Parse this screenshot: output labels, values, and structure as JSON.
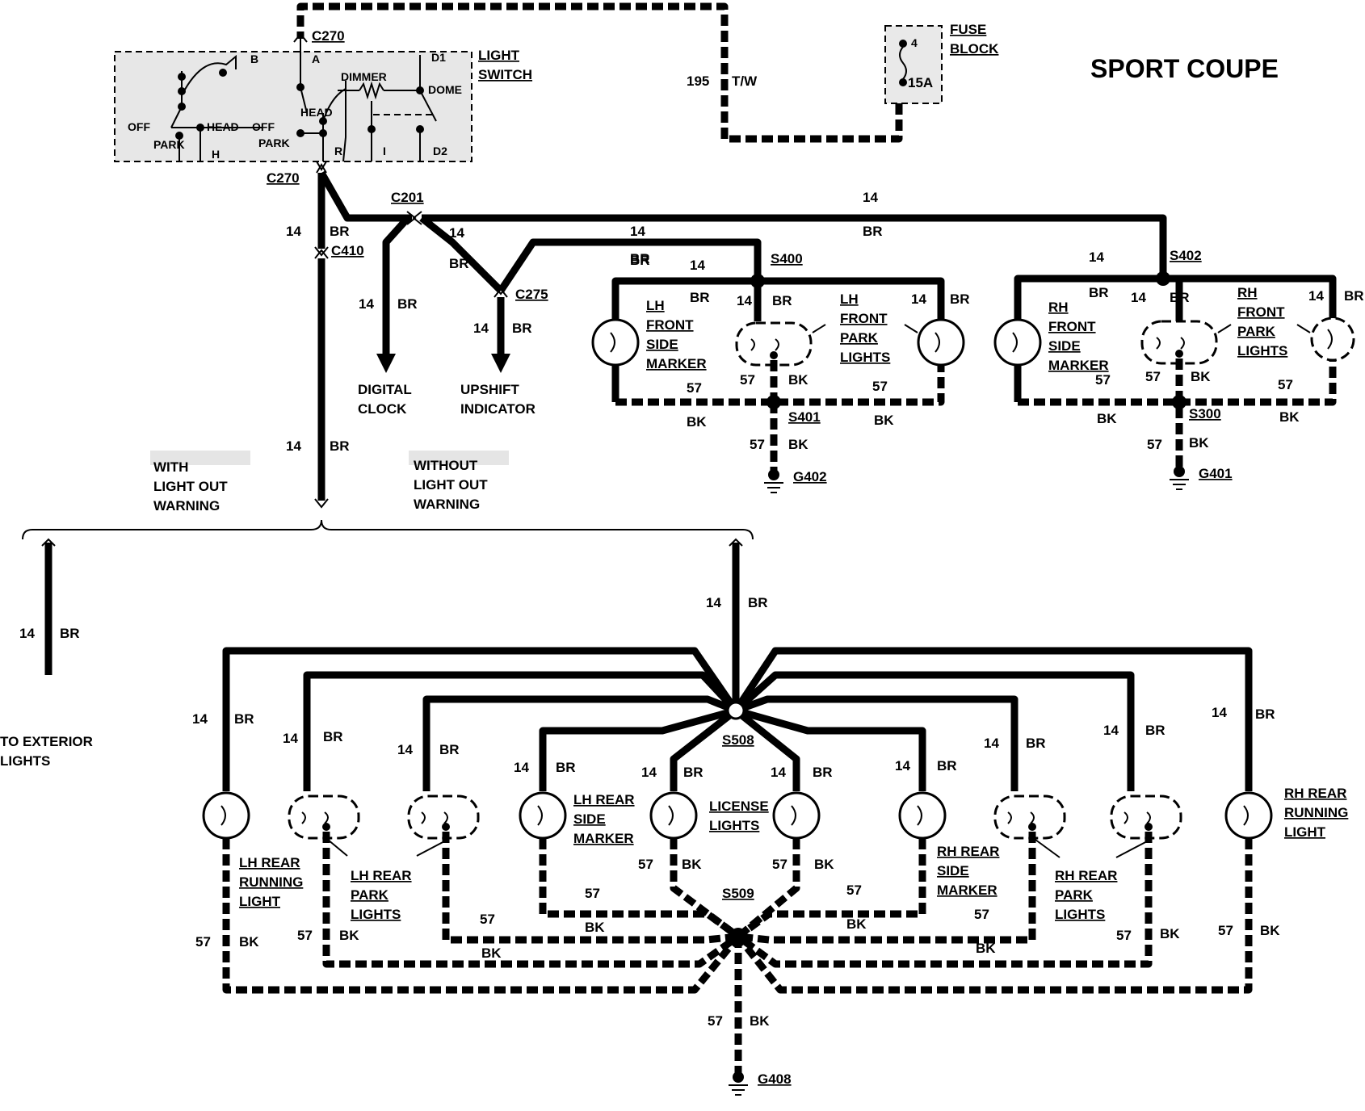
{
  "title": "SPORT COUPE",
  "switch": {
    "name_line1": "LIGHT",
    "name_line2": "SWITCH",
    "terminals": {
      "b": "B",
      "a": "A",
      "h": "H",
      "r": "R",
      "i": "I",
      "d1": "D1",
      "d2": "D2"
    },
    "positions": {
      "off_left": "OFF",
      "head_left": "HEAD",
      "park_left": "PARK",
      "off_mid": "OFF",
      "head_mid": "HEAD",
      "park_mid": "PARK",
      "dimmer": "DIMMER",
      "dome": "DOME"
    }
  },
  "fuse": {
    "line1": "FUSE",
    "line2": "BLOCK",
    "terminal": "4",
    "rating": "15A"
  },
  "connectors": {
    "c270_top": "C270",
    "c270_bottom": "C270",
    "c201": "C201",
    "c410": "C410",
    "c275": "C275",
    "s400": "S400",
    "s401": "S401",
    "s402": "S402",
    "s300": "S300",
    "s508": "S508",
    "s509": "S509",
    "g402": "G402",
    "g401": "G401",
    "g408": "G408"
  },
  "wires": {
    "feed_circuit": "195",
    "feed_color": "T/W",
    "circuit_14": "14",
    "color_br": "BR",
    "circuit_57": "57",
    "color_bk": "BK"
  },
  "loads": {
    "digital_clock_1": "DIGITAL",
    "digital_clock_2": "CLOCK",
    "upshift_1": "UPSHIFT",
    "upshift_2": "INDICATOR",
    "exterior_1": "TO EXTERIOR",
    "exterior_2": "LIGHTS"
  },
  "options": {
    "with_1": "WITH",
    "with_2": "LIGHT OUT",
    "with_3": "WARNING",
    "without_1": "WITHOUT",
    "without_2": "LIGHT OUT",
    "without_3": "WARNING"
  },
  "lamps": {
    "lh_front_side": [
      "LH",
      "FRONT",
      "SIDE",
      "MARKER"
    ],
    "lh_front_park": [
      "LH",
      "FRONT",
      "PARK",
      "LIGHTS"
    ],
    "rh_front_side": [
      "RH",
      "FRONT",
      "SIDE",
      "MARKER"
    ],
    "rh_front_park": [
      "RH",
      "FRONT",
      "PARK",
      "LIGHTS"
    ],
    "lh_rear_running": [
      "LH REAR",
      "RUNNING",
      "LIGHT"
    ],
    "lh_rear_park": [
      "LH REAR",
      "PARK",
      "LIGHTS"
    ],
    "lh_rear_side": [
      "LH REAR",
      "SIDE",
      "MARKER"
    ],
    "license": [
      "LICENSE",
      "LIGHTS"
    ],
    "rh_rear_side": [
      "RH REAR",
      "SIDE",
      "MARKER"
    ],
    "rh_rear_park": [
      "RH REAR",
      "PARK",
      "LIGHTS"
    ],
    "rh_rear_running": [
      "RH REAR",
      "RUNNING",
      "LIGHT"
    ]
  }
}
